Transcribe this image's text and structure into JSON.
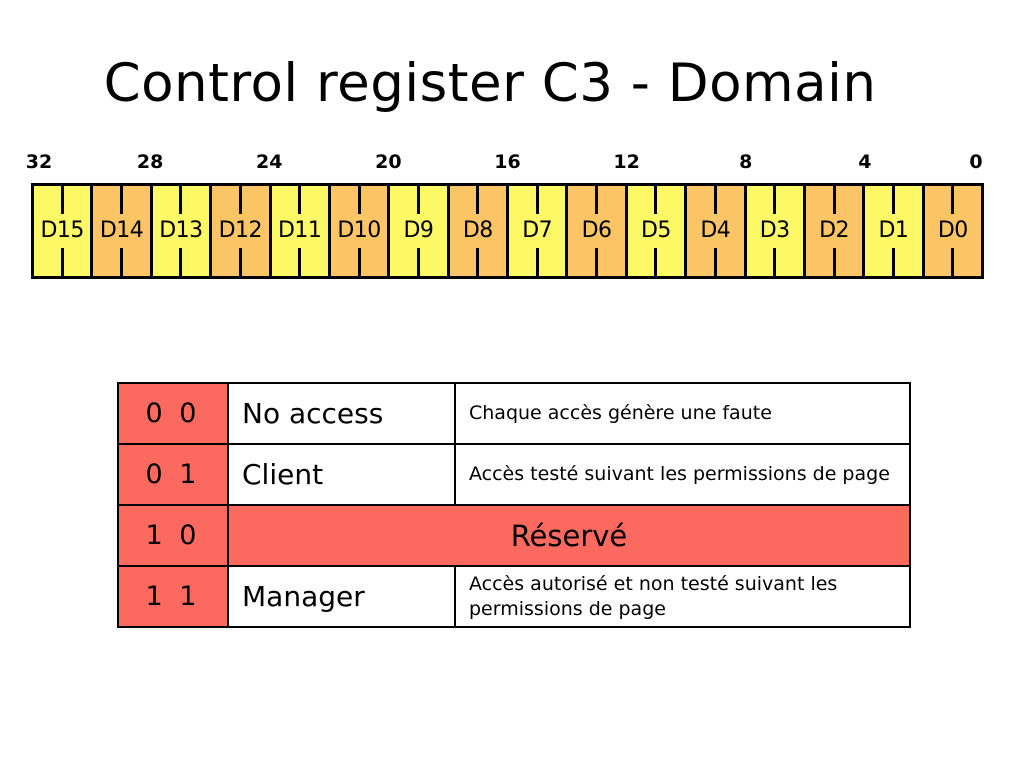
{
  "slide": {
    "title": "Control register C3 - Domain"
  },
  "register": {
    "scale_labels": [
      "32",
      "28",
      "24",
      "20",
      "16",
      "12",
      "8",
      "4",
      "0"
    ],
    "colors": {
      "yellow": "#fcf866",
      "orange": "#fbc565",
      "border": "#000000"
    },
    "fields": [
      {
        "label": "D15",
        "color": "yellow"
      },
      {
        "label": "D14",
        "color": "orange"
      },
      {
        "label": "D13",
        "color": "yellow"
      },
      {
        "label": "D12",
        "color": "orange"
      },
      {
        "label": "D11",
        "color": "yellow"
      },
      {
        "label": "D10",
        "color": "orange"
      },
      {
        "label": "D9",
        "color": "yellow"
      },
      {
        "label": "D8",
        "color": "orange"
      },
      {
        "label": "D7",
        "color": "yellow"
      },
      {
        "label": "D6",
        "color": "orange"
      },
      {
        "label": "D5",
        "color": "yellow"
      },
      {
        "label": "D4",
        "color": "orange"
      },
      {
        "label": "D3",
        "color": "yellow"
      },
      {
        "label": "D2",
        "color": "orange"
      },
      {
        "label": "D1",
        "color": "yellow"
      },
      {
        "label": "D0",
        "color": "orange"
      }
    ]
  },
  "permission_table": {
    "highlight_color": "#fc6a5f",
    "rows": [
      {
        "bits": "0 0",
        "name": "No access",
        "description": "Chaque accès génère une faute",
        "merged": false
      },
      {
        "bits": "0 1",
        "name": "Client",
        "description": "Accès testé suivant les permissions de page",
        "merged": false
      },
      {
        "bits": "1 0",
        "name": "Réservé",
        "description": "",
        "merged": true
      },
      {
        "bits": "1 1",
        "name": "Manager",
        "description": "Accès autorisé et non testé suivant les permissions de page",
        "merged": false
      }
    ]
  }
}
